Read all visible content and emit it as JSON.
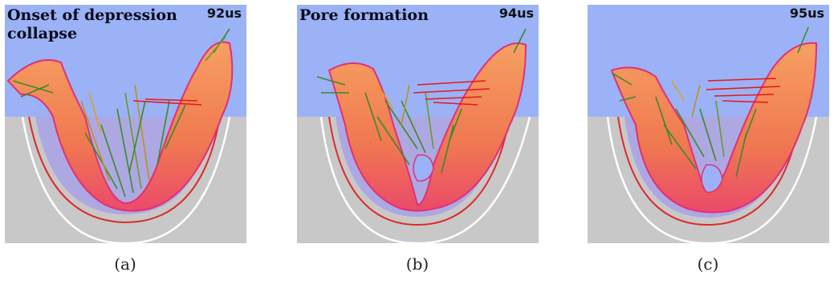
{
  "panels": [
    {
      "title": "Onset of depression collapse",
      "time": "92us",
      "caption": "(a)"
    },
    {
      "title": "Pore formation",
      "time": "94us",
      "caption": "(b)"
    },
    {
      "title": "",
      "time": "95us",
      "caption": "(c)"
    }
  ],
  "colors": {
    "gas": "#9bb2f7",
    "solid": "#c8c8c8",
    "melt_core": "#f2854a",
    "melt_edge": "#f04060",
    "melt_boundary": "#dc2a2a",
    "isotherm": "#ffffff",
    "vector_fast": "#e81818",
    "vector_mid": "#e0a020",
    "vector_slow": "#3a8a2a"
  }
}
